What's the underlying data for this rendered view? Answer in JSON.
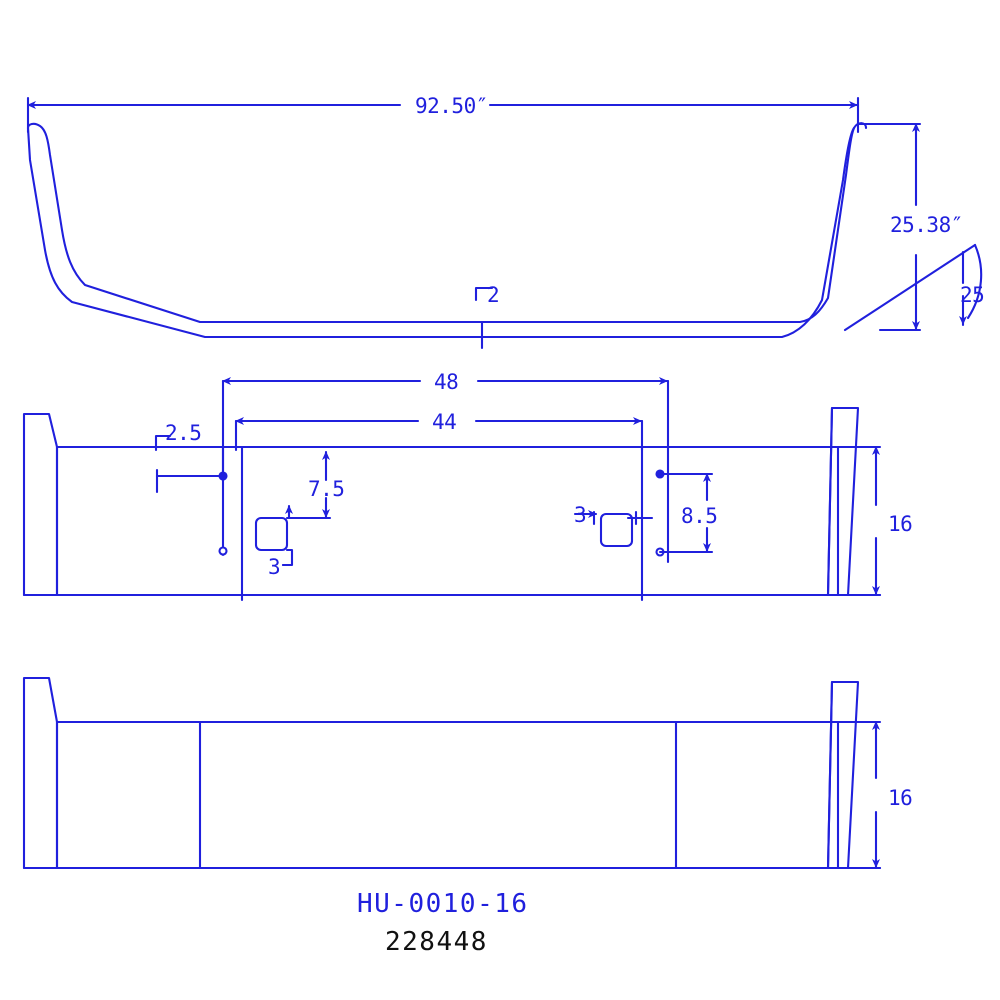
{
  "drawing": {
    "title_label": "HU-0010-16",
    "part_number": "228448",
    "line_color": "#2020dd",
    "text_color_primary": "#2020dd",
    "text_color_secondary": "#111111",
    "background": "#ffffff"
  },
  "views": {
    "top": {
      "name": "top-view",
      "dimensions": {
        "overall_length": "92.50″",
        "height": "25.38″",
        "angle": "25",
        "thickness": "2"
      }
    },
    "front": {
      "name": "front-view",
      "dimensions": {
        "hole_span_outer": "48",
        "hole_span_inner": "44",
        "edge_offset": "2.5",
        "hole_top_left": "7.5",
        "hole_size_left": "3",
        "hole_size_right": "3",
        "hole_top_right": "8.5",
        "height": "16"
      }
    },
    "bottom": {
      "name": "bottom-view",
      "dimensions": {
        "height": "16"
      }
    }
  },
  "labels": {
    "d_92_50": "92.50″",
    "d_25_38": "25.38″",
    "d_25": "25",
    "d_2": "2",
    "d_48": "48",
    "d_44": "44",
    "d_2_5": "2.5",
    "d_7_5": "7.5",
    "d_3_left": "3",
    "d_3_right": "3",
    "d_8_5": "8.5",
    "d_16_front": "16",
    "d_16_bottom": "16",
    "part_label": "HU-0010-16",
    "part_number": "228448"
  }
}
